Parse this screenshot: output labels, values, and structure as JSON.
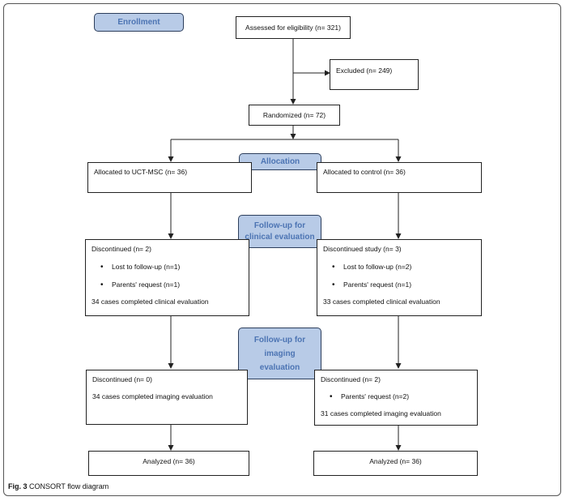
{
  "stages": {
    "enrollment": "Enrollment",
    "allocation": "Allocation",
    "followup_clinical": [
      "Follow-up for",
      "clinical evaluation"
    ],
    "followup_imaging": [
      "Follow-up for",
      "imaging",
      "evaluation"
    ]
  },
  "assessed": "Assessed for eligibility (n= 321)",
  "excluded": "Excluded (n= 249)",
  "randomized": "Randomized (n= 72)",
  "left_arm": {
    "allocated": "Allocated to UCT-MSC (n= 36)",
    "clinical": {
      "heading": "Discontinued (n= 2)",
      "bullets": [
        "Lost to follow-up (n=1)",
        "Parents' request (n=1)"
      ],
      "completed": "34 cases completed clinical evaluation"
    },
    "imaging": {
      "heading": "Discontinued (n= 0)",
      "completed": "34 cases completed imaging evaluation"
    },
    "analyzed": "Analyzed (n= 36)"
  },
  "right_arm": {
    "allocated": "Allocated to control (n= 36)",
    "clinical": {
      "heading": "Discontinued study (n= 3)",
      "bullets": [
        "Lost to follow-up (n=2)",
        "Parents' request (n=1)"
      ],
      "completed": "33 cases completed clinical evaluation"
    },
    "imaging": {
      "heading": "Discontinued (n= 2)",
      "bullets": [
        "Parents' request (n=2)"
      ],
      "completed": "31 cases completed imaging evaluation"
    },
    "analyzed": "Analyzed (n= 36)"
  },
  "caption": {
    "label": "Fig. 3",
    "text": " CONSORT flow diagram"
  }
}
